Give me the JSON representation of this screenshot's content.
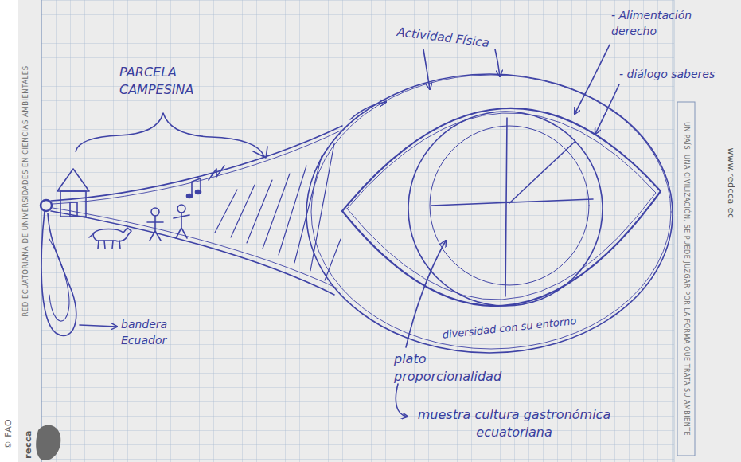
{
  "diagram": {
    "labels": [
      "© FAO",
      "RED ECUATORIANA DE UNIVERSIDADES EN CIENCIAS AMBIENTALES",
      "recca",
      "PARCELA CAMPESINA",
      "Actividad Física",
      "- Alimentación derecho",
      "- diálogo saberes",
      "diversidad con su entorno",
      "bandera Ecuador",
      "plato proporcionalidad",
      "muestra cultura gastronómica ecuatoriana",
      "UN PAÍS, UNA CIVILIZACIÓN, SE PUEDE JUZGAR POR LA FORMA QUE TRATA SU AMBIENTE",
      "www.redcca.ec"
    ]
  }
}
